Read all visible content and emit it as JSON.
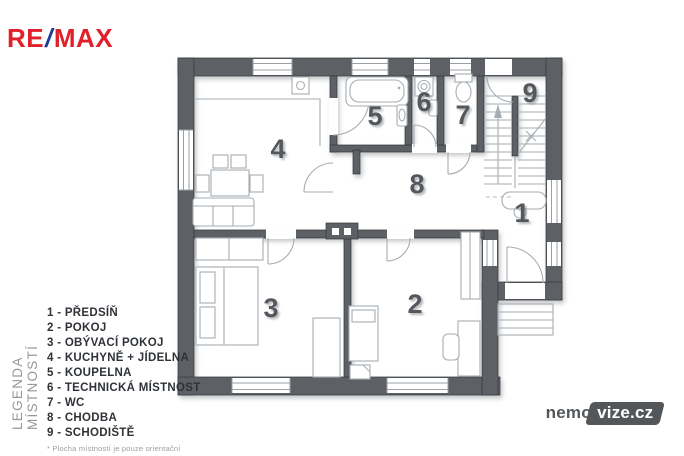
{
  "branding": {
    "remax": {
      "part1": "RE",
      "slash": "/",
      "part2": "MAX",
      "red": "#e0202a",
      "blue": "#1c3e92"
    },
    "watermark": {
      "prefix": "nemo",
      "badge": "vize.cz",
      "color": "#54575a"
    }
  },
  "legend": {
    "title": "LEGENDA MÍSTNOSTÍ",
    "items": [
      {
        "number": "1",
        "name": "PŘEDSÍŇ",
        "text": "1 - PŘEDSÍŇ"
      },
      {
        "number": "2",
        "name": "POKOJ",
        "text": "2 - POKOJ"
      },
      {
        "number": "3",
        "name": "OBÝVACÍ POKOJ",
        "text": "3 - OBÝVACÍ POKOJ"
      },
      {
        "number": "4",
        "name": "KUCHYNĚ + JÍDELNA",
        "text": "4 - KUCHYNĚ + JÍDELNA"
      },
      {
        "number": "5",
        "name": "KOUPELNA",
        "text": "5 - KOUPELNA"
      },
      {
        "number": "6",
        "name": "TECHNICKÁ MÍSTNOST",
        "text": "6 - TECHNICKÁ MÍSTNOST"
      },
      {
        "number": "7",
        "name": "WC",
        "text": "7 - WC"
      },
      {
        "number": "8",
        "name": "CHODBA",
        "text": "8 - CHODBA"
      },
      {
        "number": "9",
        "name": "SCHODIŠTĚ",
        "text": "9 - SCHODIŠTĚ"
      }
    ],
    "footnote": "* Plocha místností je pouze orientační"
  },
  "floorplan": {
    "wall_color": "#5d6166",
    "line_color": "#a7adb2",
    "label_color": "#54585d"
  }
}
